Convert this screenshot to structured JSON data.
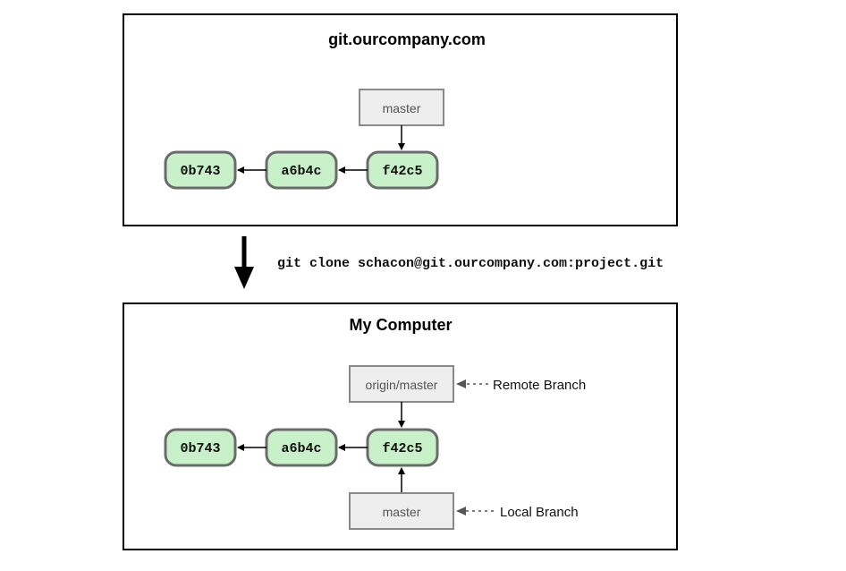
{
  "server": {
    "title": "git.ourcompany.com",
    "branch": "master",
    "commits": [
      "0b743",
      "a6b4c",
      "f42c5"
    ]
  },
  "command": {
    "text": "git clone schacon@git.ourcompany.com:project.git"
  },
  "local": {
    "title": "My Computer",
    "remote_branch": "origin/master",
    "local_branch": "master",
    "remote_branch_note": "Remote Branch",
    "local_branch_note": "Local Branch",
    "commits": [
      "0b743",
      "a6b4c",
      "f42c5"
    ]
  },
  "colors": {
    "commit_fill": "#c9f1c9",
    "commit_stroke": "#6b6b6b",
    "branch_fill": "#eeeeee",
    "branch_stroke": "#8a8a8a",
    "panel_stroke": "#000000"
  }
}
